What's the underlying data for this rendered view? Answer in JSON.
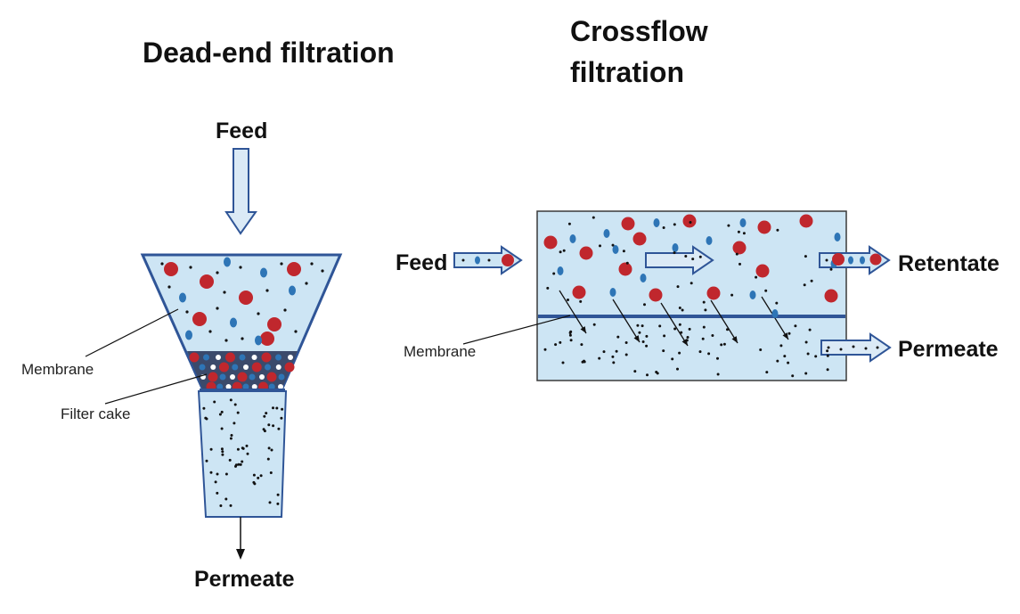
{
  "dead_end": {
    "title": "Dead-end filtration",
    "feed_label": "Feed",
    "membrane_label": "Membrane",
    "cake_label": "Filter cake",
    "permeate_label": "Permeate"
  },
  "crossflow": {
    "title_line1": "Crossflow",
    "title_line2": "filtration",
    "feed_label": "Feed",
    "membrane_label": "Membrane",
    "retentate_label": "Retentate",
    "permeate_label": "Permeate"
  },
  "colors": {
    "liquid": "#cde5f4",
    "outline": "#2f5597",
    "large_particle": "#c0272d",
    "small_particle": "#2e75b6",
    "solvent_dot": "#111111",
    "arrow_fill": "#dbeaf6"
  }
}
